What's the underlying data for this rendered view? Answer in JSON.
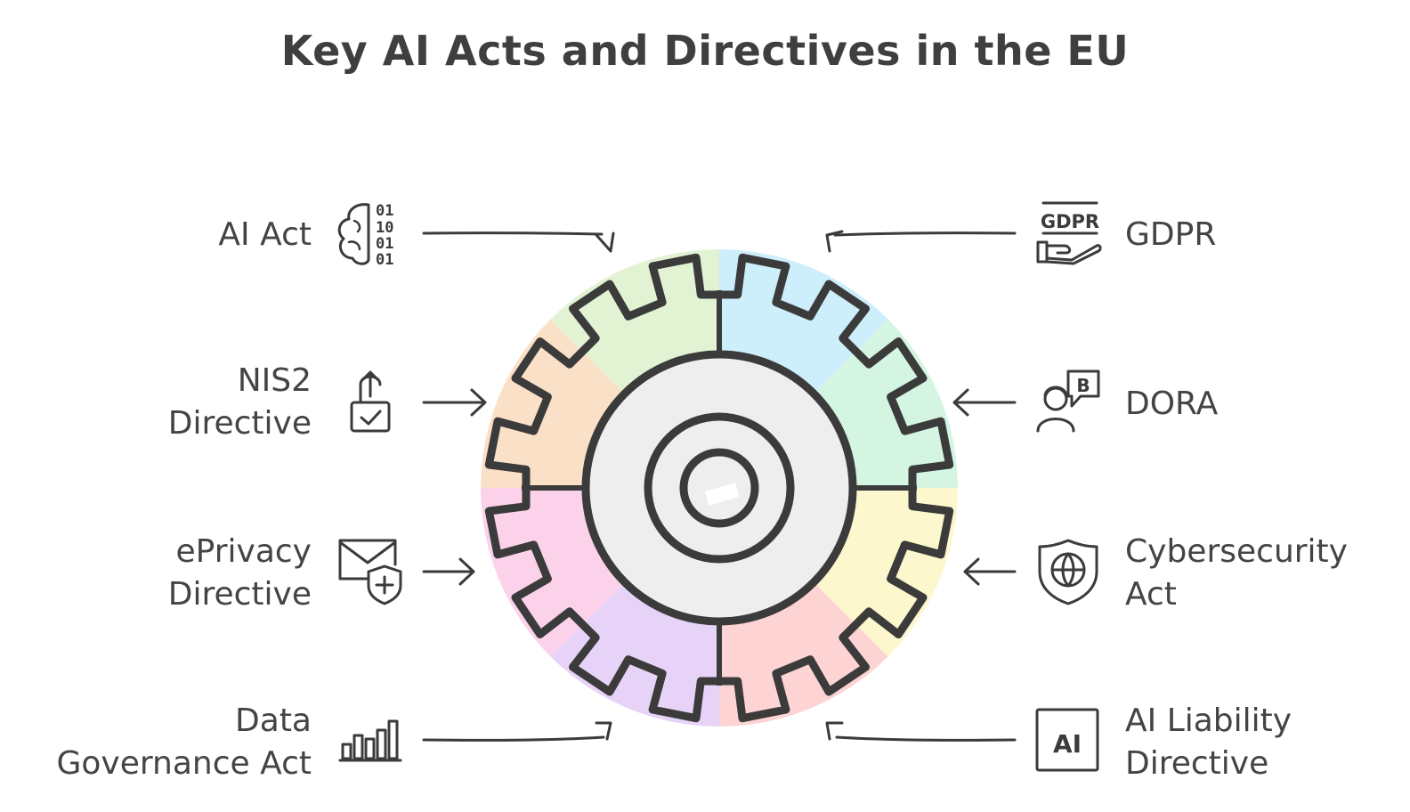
{
  "title": "Key AI Acts and Directives in the EU",
  "items": {
    "ai_act": {
      "line1": "AI Act",
      "icon": "brain-binary-icon"
    },
    "nis2": {
      "line1": "NIS2",
      "line2": "Directive",
      "icon": "unlock-check-icon"
    },
    "eprivacy": {
      "line1": "ePrivacy",
      "line2": "Directive",
      "icon": "mail-shield-icon"
    },
    "data_gov": {
      "line1": "Data",
      "line2": "Governance Act",
      "icon": "bar-chart-icon"
    },
    "gdpr": {
      "line1": "GDPR",
      "icon": "gdpr-hand-icon",
      "icon_text": "GDPR"
    },
    "dora": {
      "line1": "DORA",
      "icon": "person-bitcoin-icon",
      "icon_text": "B"
    },
    "cyber": {
      "line1": "Cybersecurity",
      "line2": "Act",
      "icon": "globe-shield-icon"
    },
    "liability": {
      "line1": "AI Liability",
      "line2": "Directive",
      "icon": "ai-box-icon",
      "icon_text": "AI"
    }
  },
  "binary_digits": [
    "01",
    "10",
    "01",
    "01"
  ],
  "gear_segment_colors": [
    "#cdeefb",
    "#d4f5e2",
    "#fcf7cc",
    "#fdd3d3",
    "#e8d3f8",
    "#fbd2ea",
    "#fbe0c8",
    "#e2f3d3"
  ],
  "gear_center_color": "#eeeeee"
}
